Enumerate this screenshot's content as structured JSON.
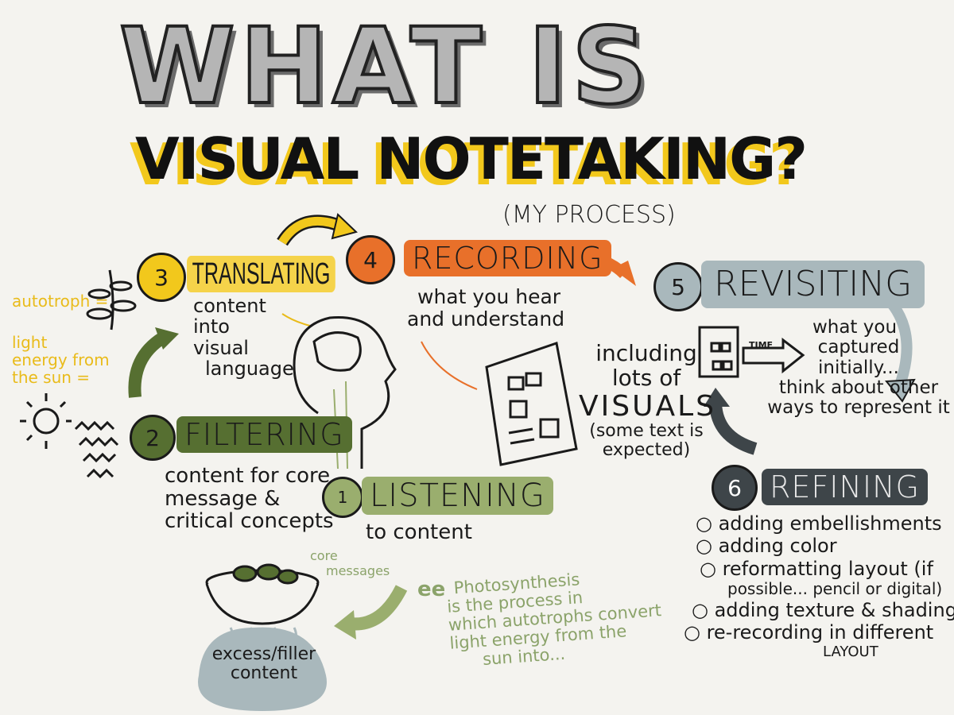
{
  "title": {
    "line1": "WHAT IS",
    "line2": "VISUAL NOTETAKING?",
    "subtitle": "(MY PROCESS)"
  },
  "colors": {
    "yellow": "#f2c81c",
    "orange": "#e8702a",
    "dark_green": "#566f31",
    "light_green": "#9aae6e",
    "grey_blue": "#a9b8bc",
    "slate": "#3e4549",
    "background": "#f4f3ef"
  },
  "steps": [
    {
      "number": "1",
      "label": "LISTENING",
      "description": "to content"
    },
    {
      "number": "2",
      "label": "FILTERING",
      "description": [
        "content for core",
        "message &",
        "critical concepts"
      ]
    },
    {
      "number": "3",
      "label": "TRANSLATING",
      "description": [
        "content",
        "into",
        "visual",
        "language"
      ]
    },
    {
      "number": "4",
      "label": "RECORDING",
      "description": [
        "what you hear",
        "and understand"
      ]
    },
    {
      "number": "5",
      "label": "REVISITING",
      "description": [
        "what you",
        "captured",
        "initially...",
        "think about other",
        "ways to represent it"
      ],
      "time_label": "TIME"
    },
    {
      "number": "6",
      "label": "REFINING",
      "items": [
        "adding embellishments",
        "adding color",
        "reformatting layout (if",
        "possible... pencil or digital)",
        "adding texture & shading",
        "re-recording in different",
        "LAYOUT"
      ]
    }
  ],
  "visuals_note": [
    "including",
    "lots of",
    "VISUALS",
    "(some text is",
    "expected)"
  ],
  "example": {
    "autotroph": "autotroph =",
    "light_energy": [
      "light",
      "energy from",
      "the sun ="
    ],
    "quote_mark": "ee",
    "sentence": [
      "Photosynthesis",
      "is the process in",
      "which autotrophs convert",
      "light energy from the",
      "sun into..."
    ]
  },
  "colander": {
    "core": [
      "core",
      "messages"
    ],
    "filler": [
      "excess/filler",
      "content"
    ]
  },
  "icons": [
    "leaf-sprig-icon",
    "sun-icon",
    "wavy-light-icon",
    "head-profile-icon",
    "document-sketch-icon",
    "colander-icon"
  ]
}
